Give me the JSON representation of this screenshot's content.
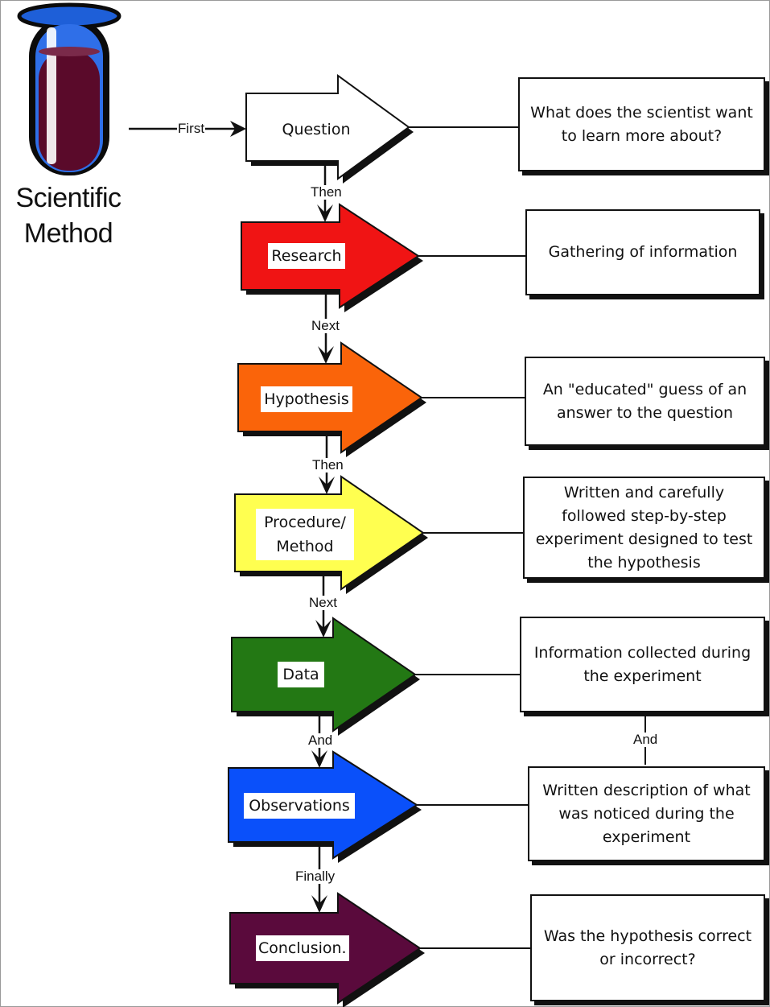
{
  "title": {
    "line1": "Scientific",
    "line2": "Method"
  },
  "first_label": "First",
  "steps": [
    {
      "label": "Question",
      "color": "#ffffff",
      "description": "What does the scientist want\nto learn more about?",
      "connector_after": "Then"
    },
    {
      "label": "Research",
      "color": "#f01414",
      "description": "Gathering of information",
      "connector_after": "Next"
    },
    {
      "label": "Hypothesis",
      "color": "#fa640a",
      "description": "An \"educated\" guess of an\nanswer to the question",
      "connector_after": "Then"
    },
    {
      "label": "Procedure/\nMethod",
      "color": "#ffff50",
      "description": "Written and carefully\nfollowed step-by-step\nexperiment designed to test\nthe hypothesis",
      "connector_after": "Next"
    },
    {
      "label": "Data",
      "color": "#237814",
      "description": "Information collected during\nthe experiment",
      "connector_after": "And"
    },
    {
      "label": "Observations",
      "color": "#0a50fa",
      "description": "Written description of what\nwas noticed during the\nexperiment",
      "connector_after": "Finally"
    },
    {
      "label": "Conclusion.",
      "color": "#5a0a3c",
      "description": "Was the hypothesis correct\nor incorrect?",
      "connector_after": ""
    }
  ],
  "box_connector_label": "And",
  "test_tube_liquid_color": "#5a0a2a"
}
